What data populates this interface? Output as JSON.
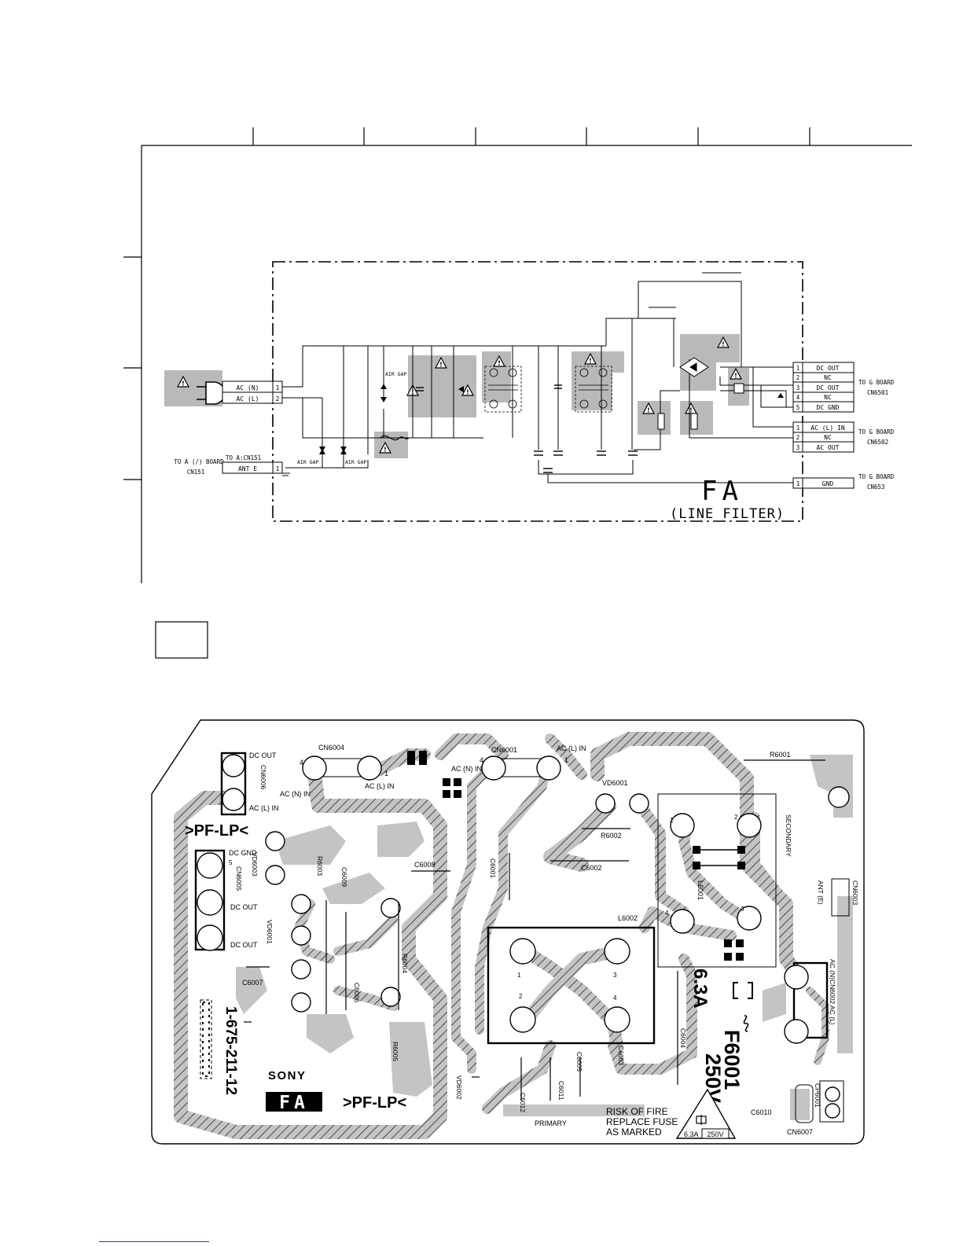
{
  "schematic": {
    "title": "FA",
    "subtitle": "(LINE FILTER)",
    "input_connector": {
      "pins": [
        {
          "num": "1",
          "label": "AC (N)"
        },
        {
          "num": "2",
          "label": "AC (L)"
        }
      ]
    },
    "antenna_connector": {
      "ref": "TO A:CN151",
      "pin_num": "1",
      "pin_label": "ANT E",
      "dest": "TO A (/) BOARD",
      "dest_ref": "CN151"
    },
    "air_gap_labels": [
      "AIR GAP",
      "AIR GAP",
      "AIR GAP"
    ],
    "out_cn6501": {
      "dest": "TO G BOARD",
      "ref": "CN6501",
      "pins": [
        {
          "num": "1",
          "label": "DC OUT"
        },
        {
          "num": "2",
          "label": "NC"
        },
        {
          "num": "3",
          "label": "DC OUT"
        },
        {
          "num": "4",
          "label": "NC"
        },
        {
          "num": "5",
          "label": "DC GND"
        }
      ]
    },
    "out_cn6502": {
      "dest": "TO G BOARD",
      "ref": "CN6502",
      "pins": [
        {
          "num": "1",
          "label": "AC (L) IN"
        },
        {
          "num": "2",
          "label": "NC"
        },
        {
          "num": "3",
          "label": "AC OUT"
        }
      ]
    },
    "out_cn653": {
      "dest": "TO G BOARD",
      "ref": "CN653",
      "pins": [
        {
          "num": "1",
          "label": "GND"
        }
      ]
    }
  },
  "pcb": {
    "maker": "SONY",
    "board_code": "FA",
    "board_name_top": ">PF-LP<",
    "board_name_bottom": ">PF-LP<",
    "part_number": "1-675-211-12",
    "cn6004": {
      "ref": "CN6004",
      "pins": [
        "4",
        "1"
      ],
      "pin_labels": [
        "AC (N) IN",
        "AC (L) IN"
      ]
    },
    "cn6001": {
      "ref": "CN6001",
      "pins": [
        "4",
        "1"
      ],
      "pin_labels": [
        "AC (N) IN",
        "AC (L) IN"
      ]
    },
    "cn6006": {
      "ref": "CN6006",
      "labels": [
        "DC OUT",
        "AC (N) IN",
        "AC (L) IN"
      ]
    },
    "cn6005": {
      "ref": "CN6005",
      "pin5": "5",
      "labels": [
        "DC GND",
        "DC OUT",
        "DC OUT"
      ]
    },
    "cn6003": {
      "ref": "CN6003",
      "label": "ANT (E)"
    },
    "cn6002": {
      "ref": "AC (N)CN6002 AC (L)"
    },
    "cn6007": {
      "ref": "CN6007"
    },
    "cp6001": {
      "ref": "CP6001"
    },
    "parts": {
      "r6001": "R6001",
      "vd6001": "VD6001",
      "r6002": "R6002",
      "c6002": "C6002",
      "l6001": "L6001",
      "l6002": "L6002",
      "secondary": "SECONDARY",
      "vd6003": "VD6003",
      "r6003": "R6003",
      "c6009": "C6009",
      "c6008": "C6008",
      "c6001": "C6001",
      "vd6001b": "VD6001",
      "c6007": "C6007",
      "c6006": "C6006",
      "r6004": "R6004",
      "r6005": "R6005",
      "vd6002": "VD6002",
      "c6012": "C6012",
      "c6011": "C6011",
      "c6005": "C6005",
      "c6003": "C6003",
      "c6004": "C6004",
      "c6010": "C6010",
      "primary": "PRIMARY"
    },
    "l6002_pins": [
      "1",
      "2",
      "3",
      "4"
    ],
    "l6001_pins": [
      "1",
      "2",
      "3",
      "4"
    ],
    "fuse": {
      "ref": "F6001",
      "rating_a": "6.3A",
      "rating_v": "250V"
    },
    "warning_lines": [
      "RISK OF FIRE",
      "REPLACE FUSE",
      "AS MARKED"
    ],
    "fuse_badge": {
      "amp": "6.3A",
      "volt": "250V"
    }
  },
  "colors": {
    "ink": "#000000",
    "shade": "#bdbdbd",
    "footer_rule": "#2a2aff"
  }
}
